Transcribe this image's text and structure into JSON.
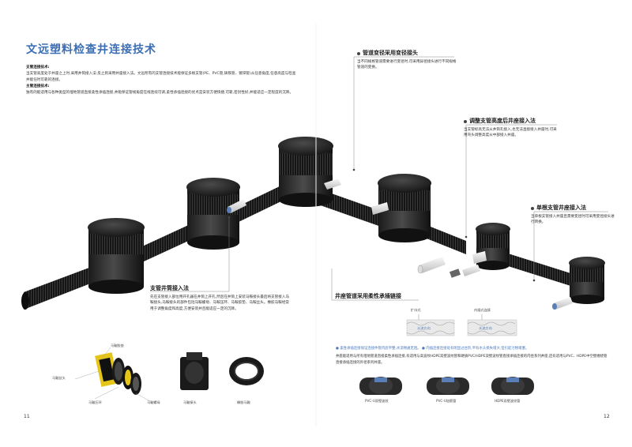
{
  "title": "文远塑料检查井连接技术",
  "intro": {
    "h1": "支管连接技术:",
    "p1": "当支管高度处于井座之上时,采用井筒接入法:反之则采用井座接入法。文远所有的支管连接技术能保证多根支管(PE、PVC管,铸铁管、镀锌管)从任意角度,任意高度与检查井能任时可靠的连接。",
    "h2": "主管连接技术:",
    "p2": "独有的能适用与各种类型的埋地管道直接柔性承插连接,井能保证管线角度在线连续可调,柔性承插连接的优点是安装方便快捷,可靠,密封性好,并能适应一定程度的沉降。"
  },
  "callouts": {
    "reducer": {
      "title": "管道变径采用变径接头",
      "text": "当不同规格管道需要进行变径时,可采用异径接头进行不同规格管道的变换。"
    },
    "adjust": {
      "title": "调整支管高度后井座接入法",
      "text": "当支管标高无法从井筒孔接入,也无法直接接入井座时,可采用弯头调整高度从中部接入井座。"
    },
    "single": {
      "title": "单根支管井座接入法",
      "text": "当单根支管接入井座且需要变径时可采用变径接头进行转换。"
    },
    "branch": {
      "title": "支管井筒接入法",
      "text": "先在支管接入部位用开孔器在井筒上开孔,然后在井筒上安装马鞍接头最后将支管接入马鞍接头,马鞍接头的部件包括马鞍螺母、马鞍压环、马鞍胶垫、马鞍丝头。橡胶马鞍经常用于调整角度和高度,方便安装并且能适应一定的沉降。"
    },
    "flex": {
      "title": "井座管道采用柔性承插链接"
    }
  },
  "socket_labels": {
    "left": "扩口式",
    "right": "内插式连接",
    "water_left": "水流方向",
    "water_right": "水流方向"
  },
  "notes": {
    "n1": "● 柔性承插连接保证连接件管内底平整,水流畅通无阻。 ● 内插连接连接处有明显过台阶,平有水头损失增大,但引起污物堵塞。",
    "n2": "井座能适用与所有埋地管道直接柔性承插连接,有适用与高波纹HDPE双壁波纹管和硬质PVC/HDPE双壁波纹管直接承插连接的内径系列井座,还有适用与PVC、HDPE中空壁缠绕管直接承插连接的外径系列井座。"
  },
  "parts": {
    "saddle_gasket": "马鞍胶垫",
    "saddle_nut": "马鞍丝头",
    "saddle_ring": "马鞍压环",
    "saddle_bolt": "马鞍螺母",
    "saddle_joint": "马鞍接头",
    "rubber_saddle": "橡胶马鞍"
  },
  "bases": {
    "b1": "PVC-U双壁波纹",
    "b2": "PVC-U加筋管",
    "b3": "HDPE双壁波纹管"
  },
  "page_left": "11",
  "page_right": "12"
}
